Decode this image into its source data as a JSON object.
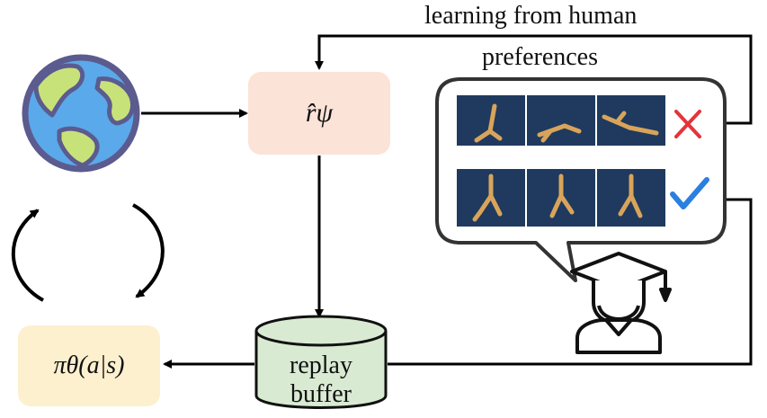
{
  "feedback_label_line1": "learning from human",
  "feedback_label_line2": "preferences",
  "reward_model_label": "r̂ψ",
  "policy_label": "πθ(a|s)",
  "buffer_label_line1": "replay",
  "buffer_label_line2": "buffer",
  "colors": {
    "reward_box": "#fbe3d8",
    "policy_box": "#fdf0cf",
    "buffer_fill": "#d9ead3",
    "reject_mark": "#e4343a",
    "accept_mark": "#2b7fe0",
    "globe_ocean": "#5aa9ea",
    "globe_land": "#c8e27a",
    "globe_outline": "#5b5b8f"
  },
  "icons": [
    "earth-globe-icon",
    "cycle-arrows-icon",
    "teacher-icon",
    "cross-icon",
    "check-icon",
    "walker-frame-icon"
  ],
  "preference_rows": [
    {
      "name": "rejected-trajectory",
      "mark": "cross"
    },
    {
      "name": "preferred-trajectory",
      "mark": "check"
    }
  ]
}
